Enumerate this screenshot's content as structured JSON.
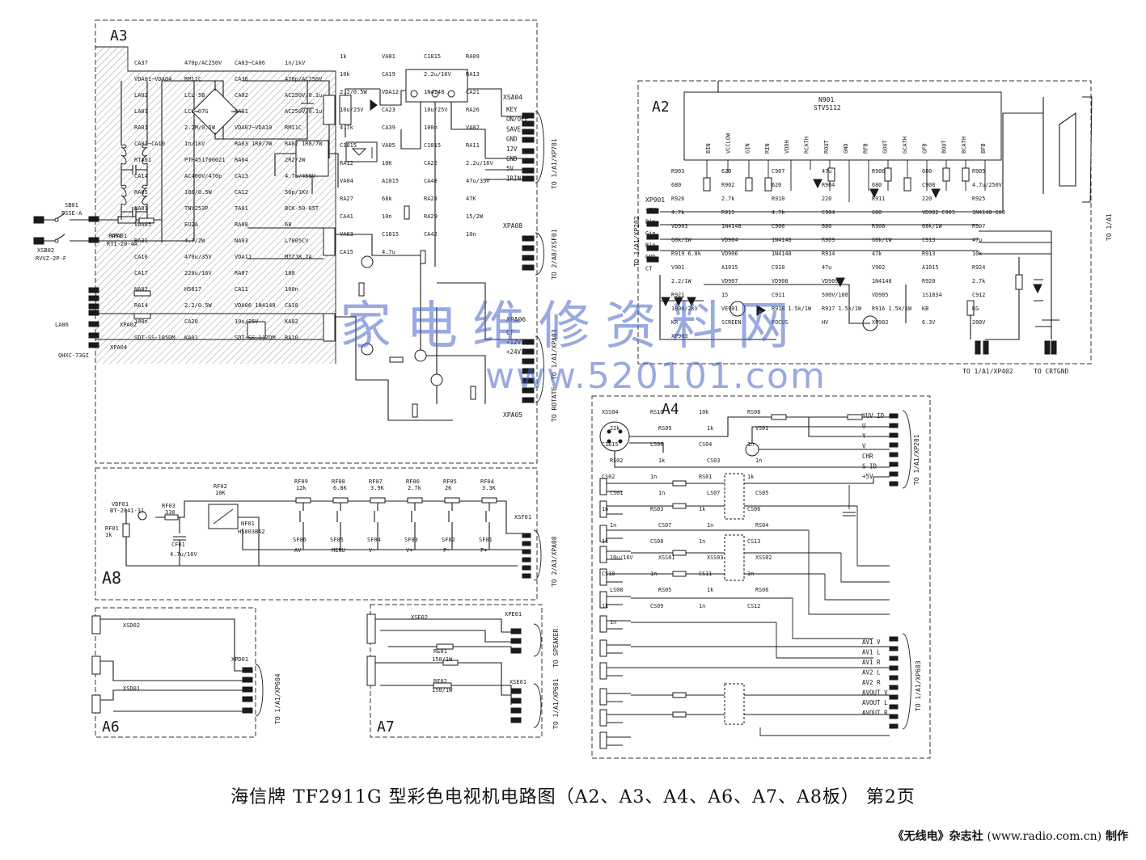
{
  "caption": "海信牌 TF2911G 型彩色电视机电路图（A2、A3、A4、A6、A7、A8板） 第2页",
  "credit": {
    "magazine": "《无线电》杂志社",
    "url": "(www.radio.com.cn)",
    "suffix": "制作"
  },
  "watermark": {
    "line1": "家电维修资料网",
    "line2": "www.520101.com"
  },
  "boards": {
    "a2": "A2",
    "a3": "A3",
    "a4": "A4",
    "a6": "A6",
    "a7": "A7",
    "a8": "A8"
  },
  "a3": {
    "labels": [
      "SB01",
      "PSSE-A",
      "XSB02",
      "RVVZ-2P-F",
      "LA06",
      "QHXC-73GI",
      "XPA01",
      "XPA02",
      "XPA04",
      "FA01",
      "RT1-20-4A",
      "CA37",
      "470p/AC250V",
      "CA03~CA06",
      "1n/1kV",
      "VDA01~VDA04",
      "RM11C",
      "CA36",
      "470p/AC250V",
      "LA02",
      "LCL-5B",
      "CA02",
      "AC250V/0.1u",
      "LA01",
      "LCL-07G",
      "CA01",
      "AC250V/0.1u",
      "RA01",
      "2.2M/0.5W",
      "VDA07~VDA10",
      "RM11C",
      "CA07~CA10",
      "1n/1kV",
      "RA03 1R8/7W",
      "RA02 1R8/7W",
      "RTA01",
      "PTH451700021",
      "RA04",
      "2R2/2W",
      "CA14",
      "AC400V/470p",
      "CA13",
      "4.7u/450V",
      "RA05",
      "100/0.5W",
      "CA12",
      "56p/1KV",
      "NA01",
      "TNY253P",
      "TA01",
      "BCK-50-05T",
      "VDA05",
      "EU2A",
      "RA08",
      "68",
      "RA31",
      "4.7/2W",
      "NA03",
      "L7805CV",
      "CA16",
      "470u/35V",
      "VDA11",
      "MTZJ8.2A",
      "CA17",
      "220u/16V",
      "RA07",
      "180",
      "NA02",
      "H5817",
      "CA11",
      "100n",
      "RA14",
      "2.2/0.5W",
      "VDA06 1N4148",
      "CA18",
      "100n",
      "CA20",
      "10u/25V",
      "KA02",
      "SDT-SS-105DM",
      "KA01",
      "SDT-SS-112DM",
      "RA10",
      "1k",
      "VA01",
      "C1815",
      "RA09",
      "10k",
      "CA19",
      "2.2u/16V",
      "RA13",
      "2.2/0.5W",
      "VDA12",
      "1N4148",
      "CA21",
      "10u/25V",
      "CA23",
      "10u/25V",
      "RA26",
      "4.7k",
      "CA39",
      "100n",
      "VA02",
      "C1815",
      "VA05",
      "C1815",
      "RA11",
      "RA12",
      "10K",
      "CA22",
      "2.2u/16V",
      "VA04",
      "A1015",
      "CA40",
      "47u/35V",
      "RA27",
      "68k",
      "RA28",
      "47K",
      "CA41",
      "10n",
      "RA29",
      "15/2W",
      "VA03",
      "C1815",
      "CA42",
      "10n",
      "CA15",
      "4.7u"
    ],
    "xsa04": {
      "name": "XSA04",
      "pins": [
        "KEY",
        "ON/OFF",
        "SAVE",
        "GND",
        "12V",
        "GND",
        "5V",
        "IRIN"
      ]
    },
    "xpa08": "XPA08",
    "xpa06": {
      "name": "XPA06",
      "pins": [
        "CT",
        "+12V",
        "+24V"
      ]
    },
    "xpa05": "XPA05",
    "to_xp701": "TO 1/A1/XP701",
    "to_xsf01": "TO 2/A8/XSF01",
    "to_xpa03": "TO 1/A1/XPA03",
    "to_rotate": "TO ROTATE"
  },
  "a2": {
    "ic_name": "N901",
    "ic_part": "STV5112",
    "ic_pins": [
      "BIN",
      "VCCLOW",
      "GIN",
      "RIN",
      "VDDH",
      "RCATH",
      "ROUT",
      "GND",
      "RFB",
      "GOUT",
      "GCATH",
      "GFB",
      "BOUT",
      "BCATH",
      "BFB"
    ],
    "labels": [
      "R903",
      "620",
      "C907",
      "47u",
      "R906",
      "680",
      "R905",
      "680",
      "R902",
      "620",
      "R904",
      "680",
      "C908",
      "4.7u/250V",
      "R926",
      "2.7k",
      "R910",
      "220",
      "R911",
      "220",
      "R925",
      "4.7k",
      "R915",
      "4.7k",
      "C904",
      "680",
      "VD902 C905",
      "1N4148 680",
      "VD903",
      "1N4148",
      "C906",
      "680",
      "R908",
      "68k/1W",
      "R907",
      "68k/1W",
      "VD904",
      "1N4148",
      "R909",
      "68k/1W",
      "C913",
      "47u",
      "R919 6.8k",
      "VD906",
      "1N4148",
      "R914",
      "47k",
      "R913",
      "10k",
      "V901",
      "A1015",
      "C910",
      "47u",
      "V902",
      "A1015",
      "R924",
      "2.2/1W",
      "VD907",
      "VD908",
      "VD909",
      "1N4148",
      "R920",
      "2.7k",
      "R921",
      "15",
      "C911",
      "500V/100",
      "VD905",
      "1S1834",
      "C912",
      "1000/2kV",
      "VE901",
      "R918 1.5k/1W",
      "R917 1.5k/1W",
      "R916 1.5k/1W",
      "KB",
      "KG",
      "KR",
      "SCREEN",
      "FOCUS",
      "HV",
      "XP902",
      "6.3V",
      "200V",
      "XP903"
    ],
    "xp901": {
      "name": "XP901",
      "pins": [
        "+8V",
        "Bin",
        "Gin",
        "Rin",
        "GND",
        "CT"
      ]
    },
    "to_xp202": "TO 1/A1/XP202",
    "to_xp402": "TO 1/A1/XP402",
    "to_crtgnd": "TO CRTGND",
    "to_a1": "TO 1/A1"
  },
  "a8": {
    "labels": [
      "VDF01",
      "BT-2041-31",
      "RF03",
      "330",
      "RF02",
      "10K",
      "RF01",
      "1k",
      "CF01",
      "4.7u/16V",
      "NF01",
      "HS003BA2",
      "XSF01"
    ],
    "keys": [
      {
        "r": "RF09",
        "rv": "12k",
        "sw": "SF06",
        "fn": "AV"
      },
      {
        "r": "RF08",
        "rv": "6.8K",
        "sw": "SF05",
        "fn": "MENU"
      },
      {
        "r": "RF07",
        "rv": "3.9K",
        "sw": "SF04",
        "fn": "V-"
      },
      {
        "r": "RF06",
        "rv": "2.7k",
        "sw": "SF03",
        "fn": "V+"
      },
      {
        "r": "RF05",
        "rv": "2K",
        "sw": "SF02",
        "fn": "P-"
      },
      {
        "r": "RF04",
        "rv": "3.3K",
        "sw": "SF01",
        "fn": "P+"
      }
    ],
    "to_xpa08": "TO 2/A3/XPA08"
  },
  "a6": {
    "labels": [
      "XSD02",
      "XSD01",
      "XPD01"
    ],
    "to_xp604": "TO 1/A1/XP604"
  },
  "a7": {
    "labels": [
      "XSE02",
      "XPE01",
      "RE01",
      "150/1W",
      "RE02",
      "150/1W",
      "XSE01"
    ],
    "to_speaker": "TO SPEAKER",
    "to_xp601": "TO 1/A1/XP601"
  },
  "a4": {
    "labels": [
      "XSS04",
      "RS10",
      "10k",
      "RS08",
      "22k",
      "RS09",
      "1k",
      "VS01",
      "C1815",
      "LS06",
      "CS04",
      "1n",
      "RS02",
      "1k",
      "CS03",
      "1n",
      "CS02",
      "1n",
      "RS01",
      "1k",
      "CS01",
      "1n",
      "LS07",
      "CS05",
      "1n",
      "RS03",
      "1k",
      "CS06",
      "1n",
      "CS07",
      "1n",
      "RS04",
      "1k",
      "CS08",
      "1n",
      "CS13",
      "10u/16V",
      "XSS01",
      "XSS03",
      "XSS02",
      "CS10",
      "1n",
      "CS11",
      "1n",
      "LS08",
      "RS05",
      "1k",
      "RS06",
      "1k",
      "CS09",
      "1n",
      "CS12",
      "1n"
    ],
    "xp201": {
      "pins": [
        "YUV ID",
        "U",
        "Y",
        "V",
        "CHR",
        "S ID",
        "+5V"
      ]
    },
    "xp603": {
      "pins": [
        "AV1 V",
        "AV1 L",
        "AV1 R",
        "AV2 L",
        "AV2 R",
        "AVOUT V",
        "AVOUT L",
        "AVOUT R"
      ]
    },
    "to_xp201": "TO 1/A1/XP201",
    "to_xp603": "TO 1/A1/XP603"
  }
}
